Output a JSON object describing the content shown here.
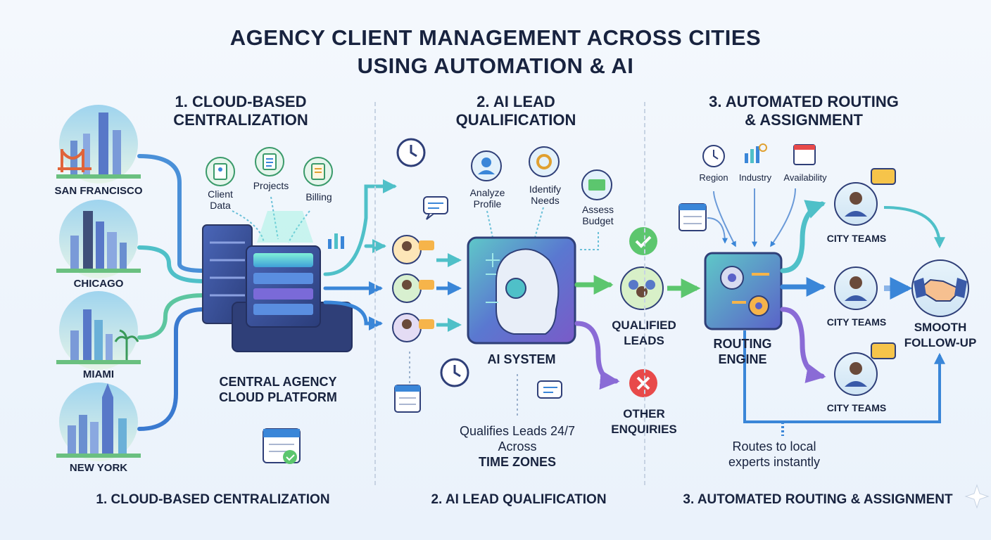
{
  "title": {
    "line1": "AGENCY CLIENT MANAGEMENT ACROSS CITIES",
    "line2": "USING AUTOMATION & AI"
  },
  "sections": [
    {
      "line1": "1. CLOUD-BASED",
      "line2": "CENTRALIZATION"
    },
    {
      "line1": "2. AI LEAD",
      "line2": "QUALIFICATION"
    },
    {
      "line1": "3. AUTOMATED ROUTING",
      "line2": "& ASSIGNMENT"
    }
  ],
  "cities": [
    "SAN FRANCISCO",
    "CHICAGO",
    "MIAMI",
    "NEW YORK"
  ],
  "platform": {
    "icons": [
      {
        "line1": "Client",
        "line2": "Data",
        "icon": "client-data-icon"
      },
      {
        "line1": "Projects",
        "line2": "",
        "icon": "projects-icon"
      },
      {
        "line1": "Billing",
        "line2": "",
        "icon": "billing-icon"
      }
    ],
    "label_line1": "CENTRAL AGENCY",
    "label_line2": "CLOUD PLATFORM"
  },
  "ai": {
    "steps": [
      {
        "line1": "Analyze",
        "line2": "Profile"
      },
      {
        "line1": "Identify",
        "line2": "Needs"
      },
      {
        "line1": "Assess",
        "line2": "Budget"
      }
    ],
    "system_label": "AI SYSTEM",
    "qualified_line1": "QUALIFIED",
    "qualified_line2": "LEADS",
    "other_line1": "OTHER",
    "other_line2": "ENQUIRIES",
    "note_line1": "Qualifies Leads 24/7",
    "note_line2": "Across",
    "note_line3": "TIME ZONES"
  },
  "routing": {
    "criteria": [
      "Region",
      "Industry",
      "Availability"
    ],
    "engine_line1": "ROUTING",
    "engine_line2": "ENGINE",
    "teams": [
      "CITY TEAMS",
      "CITY TEAMS",
      "CITY TEAMS"
    ],
    "followup_line1": "SMOOTH",
    "followup_line2": "FOLLOW-UP",
    "note_line1": "Routes to local",
    "note_line2": "experts instantly"
  },
  "bottom": [
    "1. CLOUD-BASED CENTRALIZATION",
    "2. AI LEAD QUALIFICATION",
    "3. AUTOMATED ROUTING & ASSIGNMENT"
  ],
  "colors": {
    "accent_blue": "#3a86d8",
    "accent_green": "#5cc66e",
    "accent_purple": "#8a6bd6",
    "teal": "#4fc0c8",
    "error_red": "#e84a4a",
    "navy": "#18233f"
  }
}
